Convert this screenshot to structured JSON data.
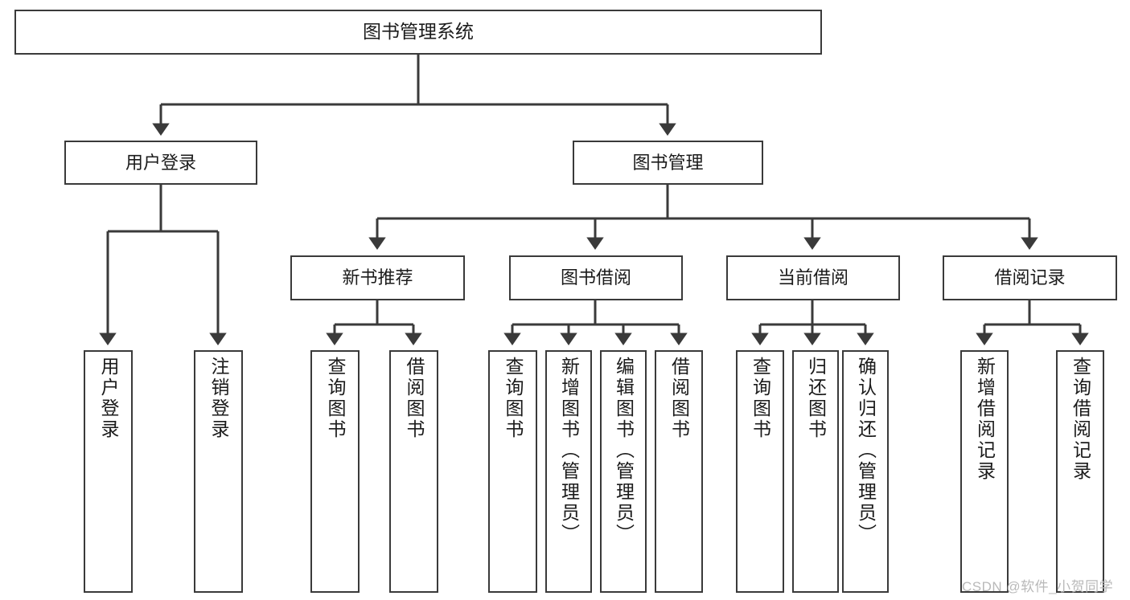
{
  "diagram": {
    "title": "图书管理系统",
    "type": "hierarchy-tree",
    "watermark": "CSDN @软件_小贺同学",
    "colors": {
      "stroke": "#3a3a3a",
      "fill": "#ffffff",
      "text": "#1b1b1b",
      "watermark": "#b9b9b9"
    },
    "root": {
      "label": "图书管理系统"
    },
    "level1": [
      {
        "label": "用户登录"
      },
      {
        "label": "图书管理"
      }
    ],
    "level2": [
      {
        "label": "新书推荐"
      },
      {
        "label": "图书借阅"
      },
      {
        "label": "当前借阅"
      },
      {
        "label": "借阅记录"
      }
    ],
    "leaves": {
      "login": [
        {
          "label": "用户登录"
        },
        {
          "label": "注销登录"
        }
      ],
      "new_books": [
        {
          "label": "查询图书"
        },
        {
          "label": "借阅图书"
        }
      ],
      "borrow": [
        {
          "label": "查询图书"
        },
        {
          "label": "新增图书（管理员）"
        },
        {
          "label": "编辑图书（管理员）"
        },
        {
          "label": "借阅图书"
        }
      ],
      "current": [
        {
          "label": "查询图书"
        },
        {
          "label": "归还图书"
        },
        {
          "label": "确认归还（管理员）"
        }
      ],
      "records": [
        {
          "label": "新增借阅记录"
        },
        {
          "label": "查询借阅记录"
        }
      ]
    }
  }
}
